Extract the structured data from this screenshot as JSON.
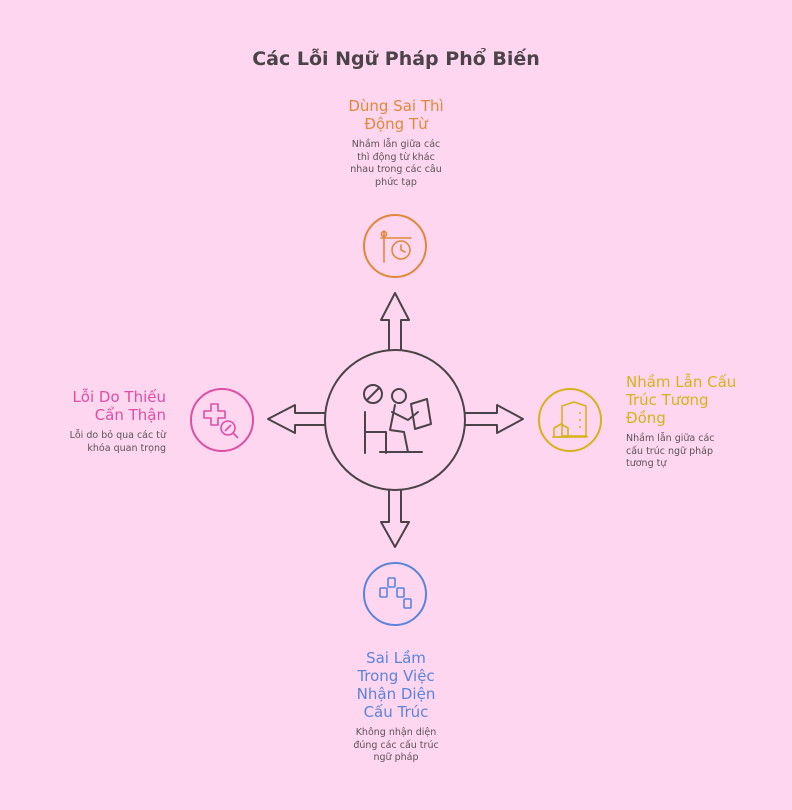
{
  "title": "Các Lỗi Ngữ Pháp Phổ Biến",
  "colors": {
    "background": "#ffd6ef",
    "hub_stroke": "#4a434a",
    "top": "#e0883a",
    "right": "#d6b21c",
    "bottom": "#5a84dc",
    "left": "#dd4ea4"
  },
  "hub": {
    "icon": "student-reading-with-no-sign-icon"
  },
  "branches": {
    "top": {
      "heading_lines": [
        "Dùng Sai Thì",
        "Động Từ"
      ],
      "desc_lines": [
        "Nhầm lẫn giữa các",
        "thì động từ khác",
        "nhau trong các câu",
        "phức tạp"
      ],
      "icon": "signpost-clock-icon"
    },
    "right": {
      "heading_lines": [
        "Nhầm Lẫn Cấu",
        "Trúc Tương",
        "Đồng"
      ],
      "desc_lines": [
        "Nhầm lẫn giữa các",
        "cấu trúc ngữ pháp",
        "tương tự"
      ],
      "icon": "buildings-icon"
    },
    "bottom": {
      "heading_lines": [
        "Sai Lầm",
        "Trong Việc",
        "Nhận Diện",
        "Cấu Trúc"
      ],
      "desc_lines": [
        "Không nhận diện",
        "đúng các cấu trúc",
        "ngữ pháp"
      ],
      "icon": "scattered-blocks-icon"
    },
    "left": {
      "heading_lines": [
        "Lỗi Do Thiếu",
        "Cẩn Thận"
      ],
      "desc_lines": [
        "Lỗi do bỏ qua các từ",
        "khóa quan trọng"
      ],
      "icon": "puzzle-search-icon"
    }
  }
}
